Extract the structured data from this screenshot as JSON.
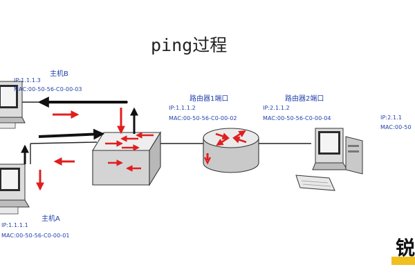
{
  "title": "ping过程",
  "host_b": {
    "name": "主机B",
    "ip": "IP:1.1.1.3",
    "mac": "MAC:00-50-56-C0-00-03"
  },
  "host_a": {
    "name": "主机A",
    "ip": "IP:1.1.1.1",
    "mac": "MAC:00-50-56-C0-00-01"
  },
  "router_port1": {
    "name": "路由器1端口",
    "ip": "IP:1.1.1.2",
    "mac": "MAC:00-50-56-C0-00-02"
  },
  "router_port2": {
    "name": "路由器2端口",
    "ip": "IP:2.1.1.2",
    "mac": "MAC:00-50-56-C0-00-04"
  },
  "right_host": {
    "ip": "IP:2.1.1",
    "mac": "MAC:00-50"
  },
  "watermark": "锐",
  "colors": {
    "label": "#1f3fa8",
    "arrow_red": "#e01e1e",
    "arrow_black": "#111111",
    "switch": "#d4d4d4",
    "router": "#cfcfcf"
  }
}
